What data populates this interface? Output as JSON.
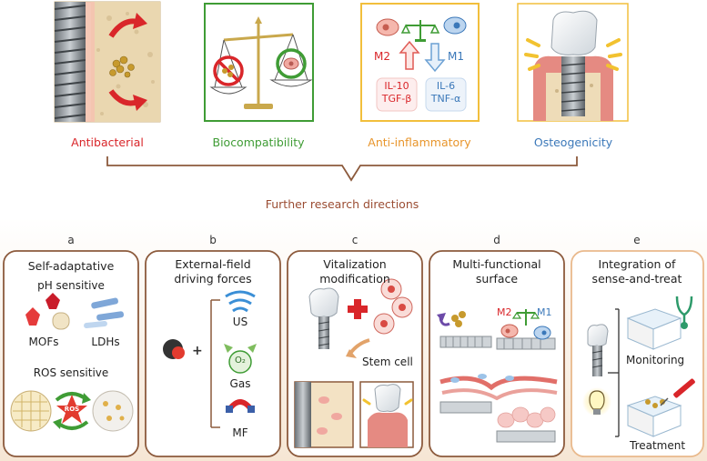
{
  "top": {
    "antibacterial": "Antibacterial",
    "biocompatibility": "Biocompatibility",
    "anti_inflammatory": "Anti-inflammatory",
    "osteogenicity": "Osteogenicity",
    "m2": "M2",
    "m1": "M1",
    "il10": "IL-10",
    "tgfb": "TGF-β",
    "il6": "IL-6",
    "tnfa": "TNF-α"
  },
  "further": "Further research directions",
  "cards": {
    "a": {
      "letter": "a",
      "title": "Self-adaptative",
      "ph": "pH sensitive",
      "mofs": "MOFs",
      "ldhs": "LDHs",
      "ros_sensitive": "ROS sensitive",
      "ros": "ROS"
    },
    "b": {
      "letter": "b",
      "title1": "External-field",
      "title2": "driving forces",
      "us": "US",
      "o2": "O₂",
      "gas": "Gas",
      "mf": "MF"
    },
    "c": {
      "letter": "c",
      "title1": "Vitalization",
      "title2": "modification",
      "stem": "Stem cell"
    },
    "d": {
      "letter": "d",
      "title1": "Multi-functional",
      "title2": "surface",
      "m2": "M2",
      "m1": "M1"
    },
    "e": {
      "letter": "e",
      "title1": "Integration of",
      "title2": "sense-and-treat",
      "monitoring": "Monitoring",
      "treatment": "Treatment"
    }
  },
  "colors": {
    "antibacterial": "#d9262a",
    "biocompatibility": "#3f9c35",
    "anti_inflammatory": "#e8952b",
    "osteogenicity": "#3b78b9",
    "bracket": "#8c5a3c",
    "card_border": "#8c5a3c",
    "card_border_light": "#e9b98c",
    "further": "#9b4d33"
  }
}
